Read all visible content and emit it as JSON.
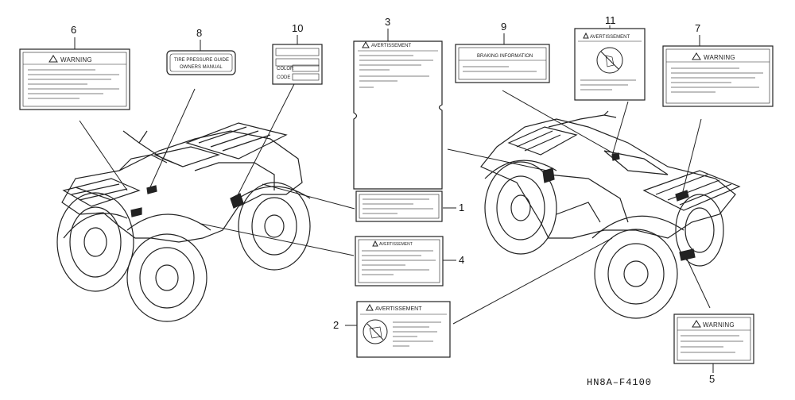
{
  "diagram": {
    "part_code": "HN8A–F4100",
    "callouts": [
      "1",
      "2",
      "3",
      "4",
      "5",
      "6",
      "7",
      "8",
      "9",
      "10",
      "11"
    ],
    "label_texts": {
      "warning_6": "WARNING",
      "warning_7": "WARNING",
      "warning_5": "WARNING",
      "avertissement_3": "AVERTISSEMENT",
      "avertissement_2": "AVERTISSEMENT",
      "avertissement_4": "AVERTISSEMENT",
      "avertissement_11": "AVERTISSEMENT",
      "tire_pressure_8_line1": "TIRE PRESSURE GUIDE",
      "tire_pressure_8_line2": "OWNERS MANUAL",
      "color_10": "COLOR",
      "code_10": "CODE",
      "braking_9": "BRAKING INFORMATION"
    }
  }
}
